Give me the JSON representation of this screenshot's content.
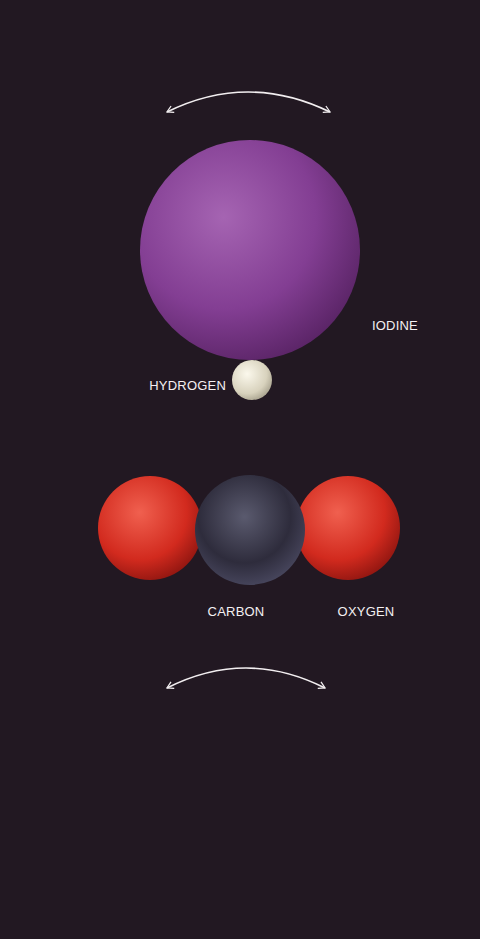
{
  "diagram": {
    "labels": [
      "IODINE",
      "HYDROGEN",
      "CARBON",
      "OXYGEN"
    ]
  }
}
